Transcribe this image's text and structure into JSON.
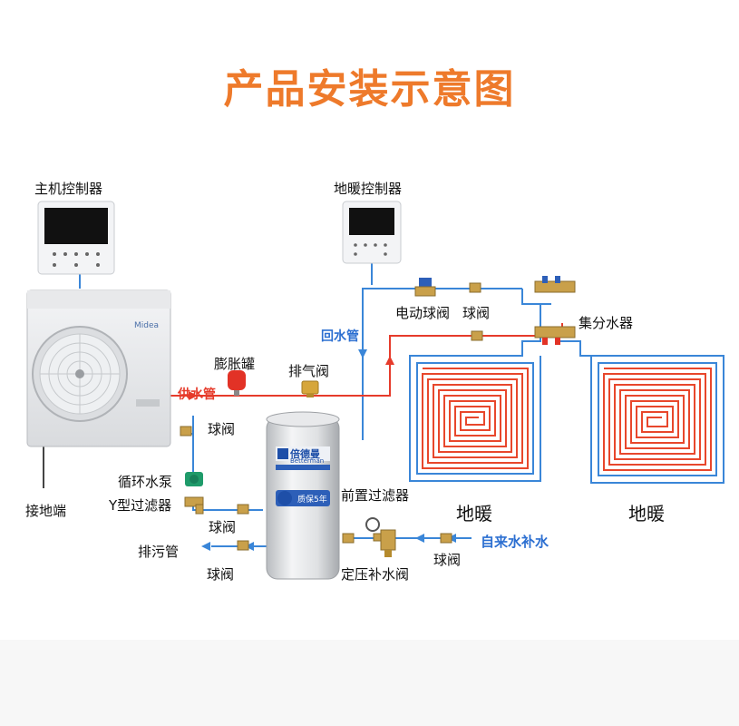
{
  "title": "产品安装示意图",
  "labels": {
    "main_controller": "主机控制器",
    "floor_controller": "地暖控制器",
    "expansion_tank": "膨胀罐",
    "air_vent": "排气阀",
    "supply_pipe": "供水管",
    "return_pipe": "回水管",
    "electric_ball_valve": "电动球阀",
    "ball_valve": "球阀",
    "manifold": "集分水器",
    "circulation_pump": "循环水泵",
    "y_filter": "Y型过滤器",
    "ground_terminal": "接地端",
    "drain_pipe": "排污管",
    "pre_filter": "前置过滤器",
    "pressure_valve": "定压补水阀",
    "tap_water": "自来水补水",
    "floor_heating": "地暖"
  },
  "branding": {
    "outdoor_unit_logo": "Midea",
    "tank_brand_cn": "倍德曼",
    "tank_brand_en": "Betterman",
    "tank_badge": "质保5年"
  },
  "colors": {
    "title": "#ee7a2b",
    "supply": "#e63b2b",
    "return": "#3a86d8",
    "coil": "#e8472c"
  }
}
